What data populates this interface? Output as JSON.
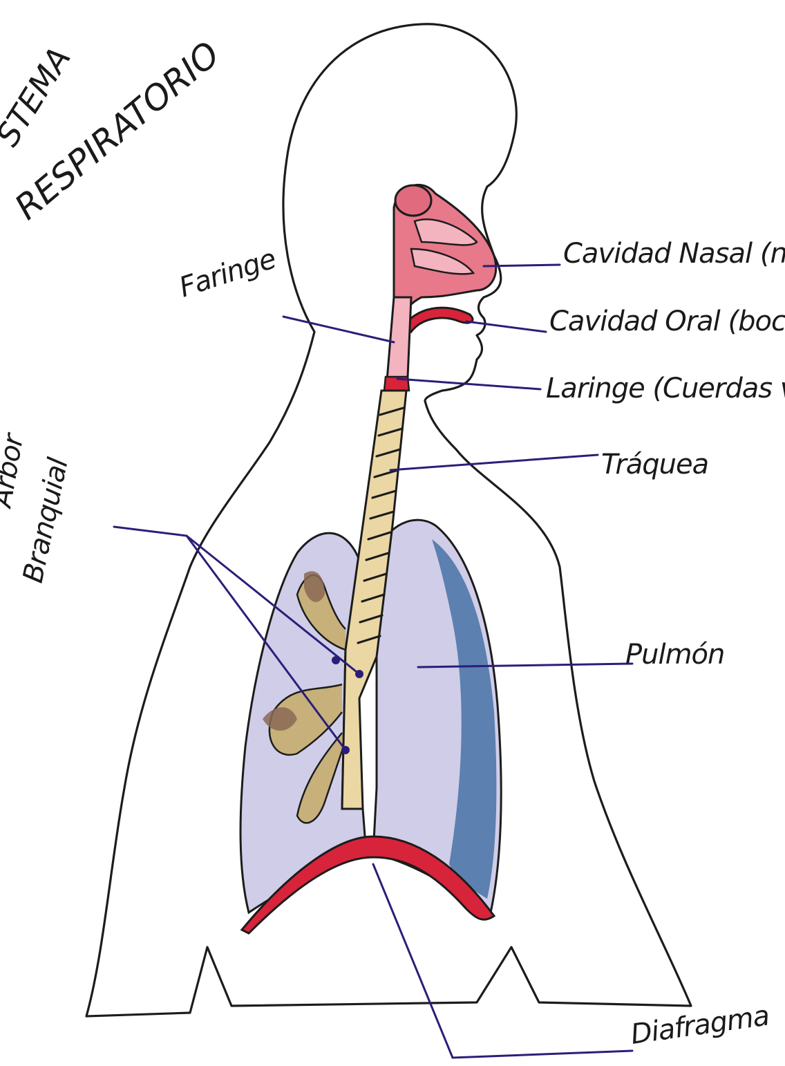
{
  "title": {
    "line1": "STEMA",
    "line2": "RESPIRATORIO"
  },
  "labels": {
    "cavidad_nasal": "Cavidad Nasal (nariz)",
    "cavidad_oral": "Cavidad Oral (boca)",
    "laringe": "Laringe (Cuerdas vocales)",
    "faringe": "Faringe",
    "traquea": "Tráquea",
    "arbol_bronquial_1": "Arbor",
    "arbol_bronquial_2": "Branquial",
    "pulmon": "Pulmón",
    "diafragma": "Diafragma"
  },
  "colors": {
    "outline": "#1c1c1c",
    "leader": "#2b1e78",
    "nasal_pink": "#e7798a",
    "nasal_light": "#f3b3bf",
    "trachea": "#ead7a4",
    "lung_lilac": "#cfcde8",
    "lung_blue": "#4f78a8",
    "bronchi_brown": "#8a6a55",
    "bronchi_tan": "#c7b07a",
    "diaphragm_red": "#d8243a"
  }
}
